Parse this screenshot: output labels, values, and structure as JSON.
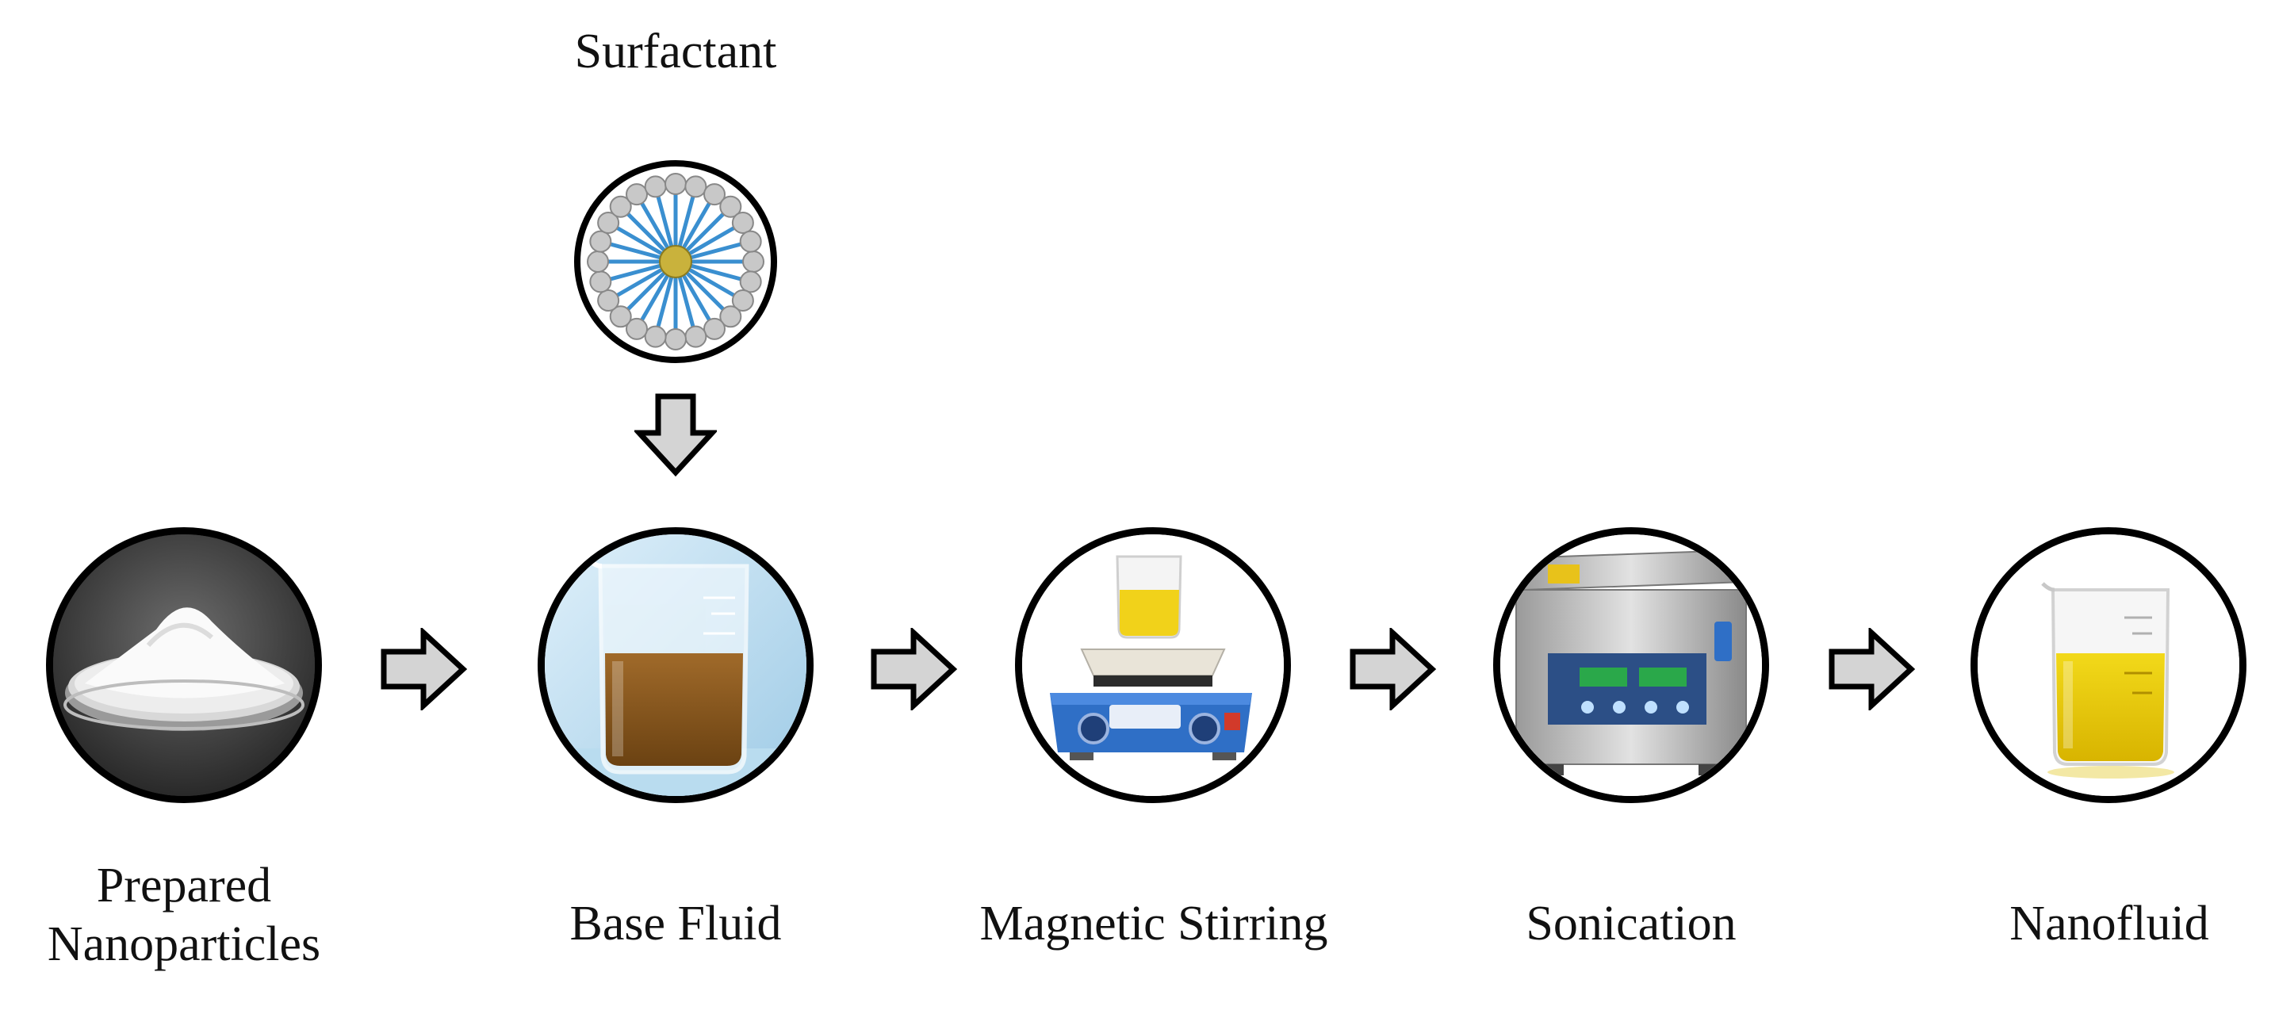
{
  "diagram": {
    "title": "",
    "surfactant_label": "Surfactant",
    "steps": [
      {
        "id": "prepared-nanoparticles",
        "label_line1": "Prepared",
        "label_line2": "Nanoparticles",
        "icon": "powder-dish-icon"
      },
      {
        "id": "base-fluid",
        "label_line1": "Base Fluid",
        "icon": "beaker-brown-fluid-icon"
      },
      {
        "id": "magnetic-stirring",
        "label_line1": "Magnetic Stirring",
        "icon": "hotplate-stirrer-icon"
      },
      {
        "id": "sonication",
        "label_line1": "Sonication",
        "icon": "ultrasonic-bath-icon"
      },
      {
        "id": "nanofluid",
        "label_line1": "Nanofluid",
        "icon": "beaker-yellow-fluid-icon"
      }
    ],
    "colors": {
      "arrow_fill": "#d4d4d4",
      "arrow_stroke": "#000000",
      "micelle_tail": "#3a8fd0",
      "micelle_core": "#c9b23c",
      "micelle_head": "#c8c8c8",
      "base_fluid": "#8a5a1e",
      "nanofluid": "#e6c800",
      "stirrer_blue": "#2f6fc6"
    }
  }
}
